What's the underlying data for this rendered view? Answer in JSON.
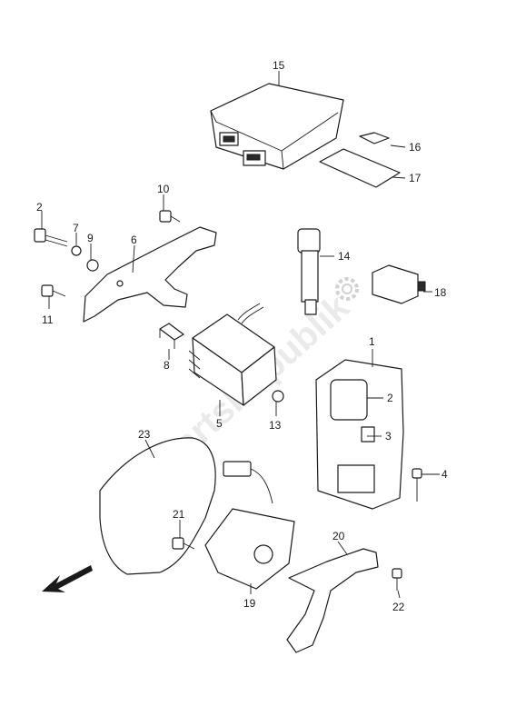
{
  "watermark": "PartsRepublik",
  "callouts": {
    "p1": "1",
    "p2a": "2",
    "p2b": "2",
    "p3": "3",
    "p4": "4",
    "p5": "5",
    "p6": "6",
    "p7": "7",
    "p8": "8",
    "p9": "9",
    "p10": "10",
    "p11": "11",
    "p13": "13",
    "p14": "14",
    "p15": "15",
    "p16": "16",
    "p17": "17",
    "p18": "18",
    "p19": "19",
    "p20": "20",
    "p21": "21",
    "p22": "22",
    "p23": "23"
  },
  "icons": {
    "front_arrow": "direction-arrow-icon",
    "gear": "gear-icon"
  }
}
